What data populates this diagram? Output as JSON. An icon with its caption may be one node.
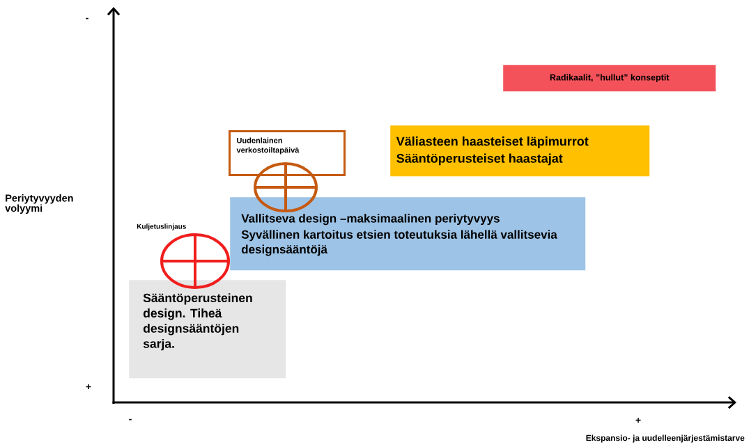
{
  "diagram": {
    "nodes": [
      {
        "text": [
          "Radikaalit, ”hullut” konseptit"
        ]
      },
      {
        "text": [
          "Uudenlainen verkostoiltapäivä"
        ]
      },
      {
        "text": [
          "Väliasteen haasteiset läpimurrot",
          "Sääntöperusteiset haastajat"
        ]
      },
      {
        "text": [
          "Vallitseva design –maksimaalinen periytyvyys",
          "Syvällinen kartoitus etsien toteutuksia lähellä vallitsevia designsääntöjä"
        ]
      },
      {
        "text": [
          "Sääntöperusteinen design. Tiheä designsääntöjen sarja."
        ]
      }
    ],
    "labels": [
      "-",
      "Periytyvyyden volyymi",
      "Kuljetuslinjaus",
      "+",
      "-",
      "+",
      "Ekspansio- ja uudelleenjärjestämistarve"
    ]
  }
}
